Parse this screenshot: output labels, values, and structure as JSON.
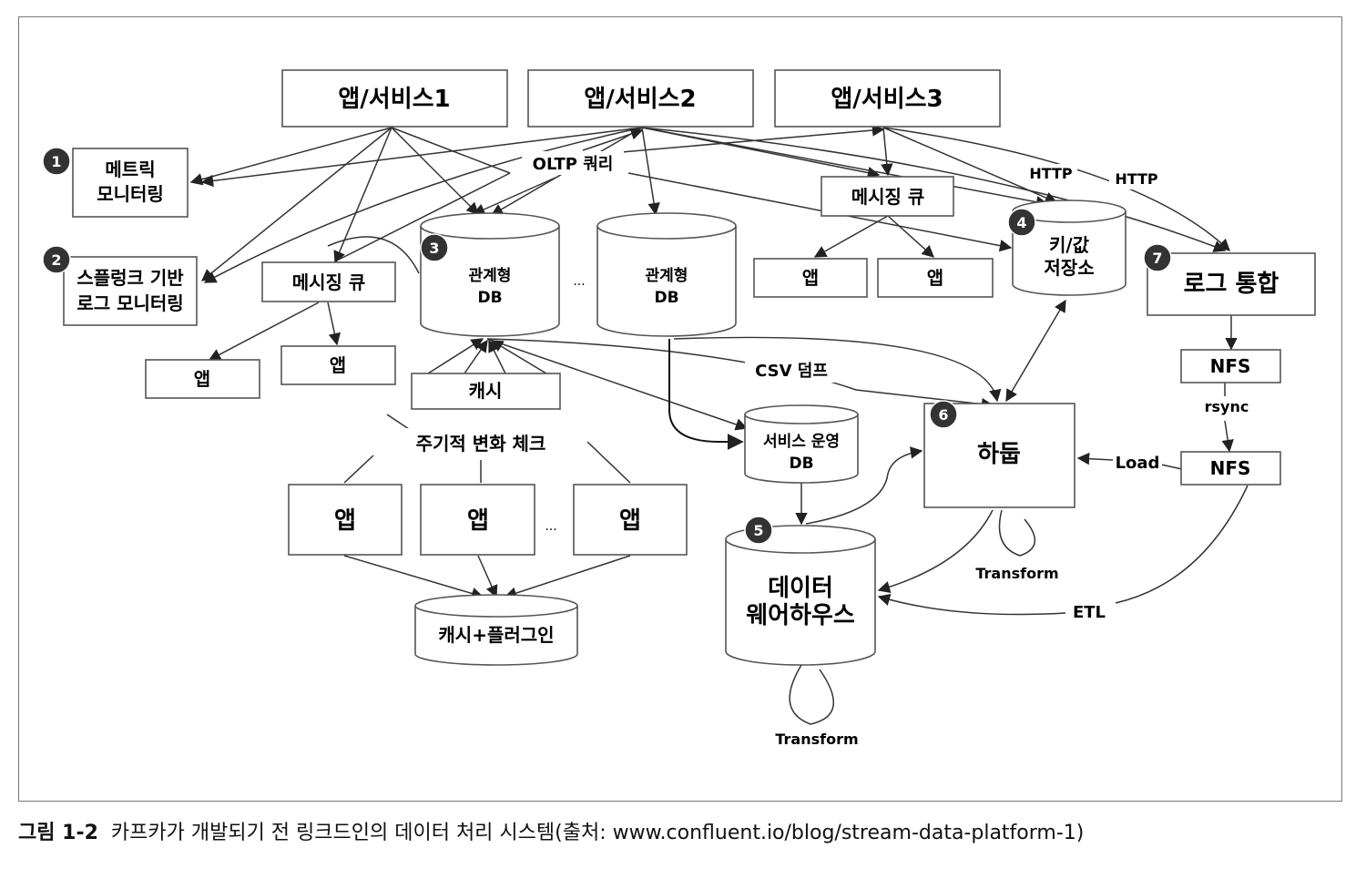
{
  "apps": {
    "svc1": "앱/서비스1",
    "svc2": "앱/서비스2",
    "svc3": "앱/서비스3",
    "app": "앱"
  },
  "nodes": {
    "metric_monitoring": [
      "메트릭",
      "모니터링"
    ],
    "splunk_monitoring": [
      "스플렁크 기반",
      "로그 모니터링"
    ],
    "message_queue": "메시징 큐",
    "relational_db": [
      "관계형",
      "DB"
    ],
    "ellipsis": "...",
    "kv_store": [
      "키/값",
      "저장소"
    ],
    "log_integration": "로그 통합",
    "nfs": "NFS",
    "cache": "캐시",
    "periodic_check": "주기적 변화 체크",
    "service_ops_db": [
      "서비스 운영",
      "DB"
    ],
    "hadoop": "하둡",
    "data_warehouse": [
      "데이터",
      "웨어하우스"
    ],
    "cache_plugin": "캐시+플러그인"
  },
  "edge_labels": {
    "oltp": "OLTP 쿼리",
    "http": "HTTP",
    "csv": "CSV 덤프",
    "rsync": "rsync",
    "load": "Load",
    "transform": "Transform",
    "etl": "ETL"
  },
  "badges": [
    "1",
    "2",
    "3",
    "4",
    "5",
    "6",
    "7"
  ],
  "caption": {
    "label": "그림 1-2",
    "text": "카프카가 개발되기 전 링크드인의 데이터 처리 시스템(출처: www.confluent.io/blog/stream-data-platform-1)"
  }
}
